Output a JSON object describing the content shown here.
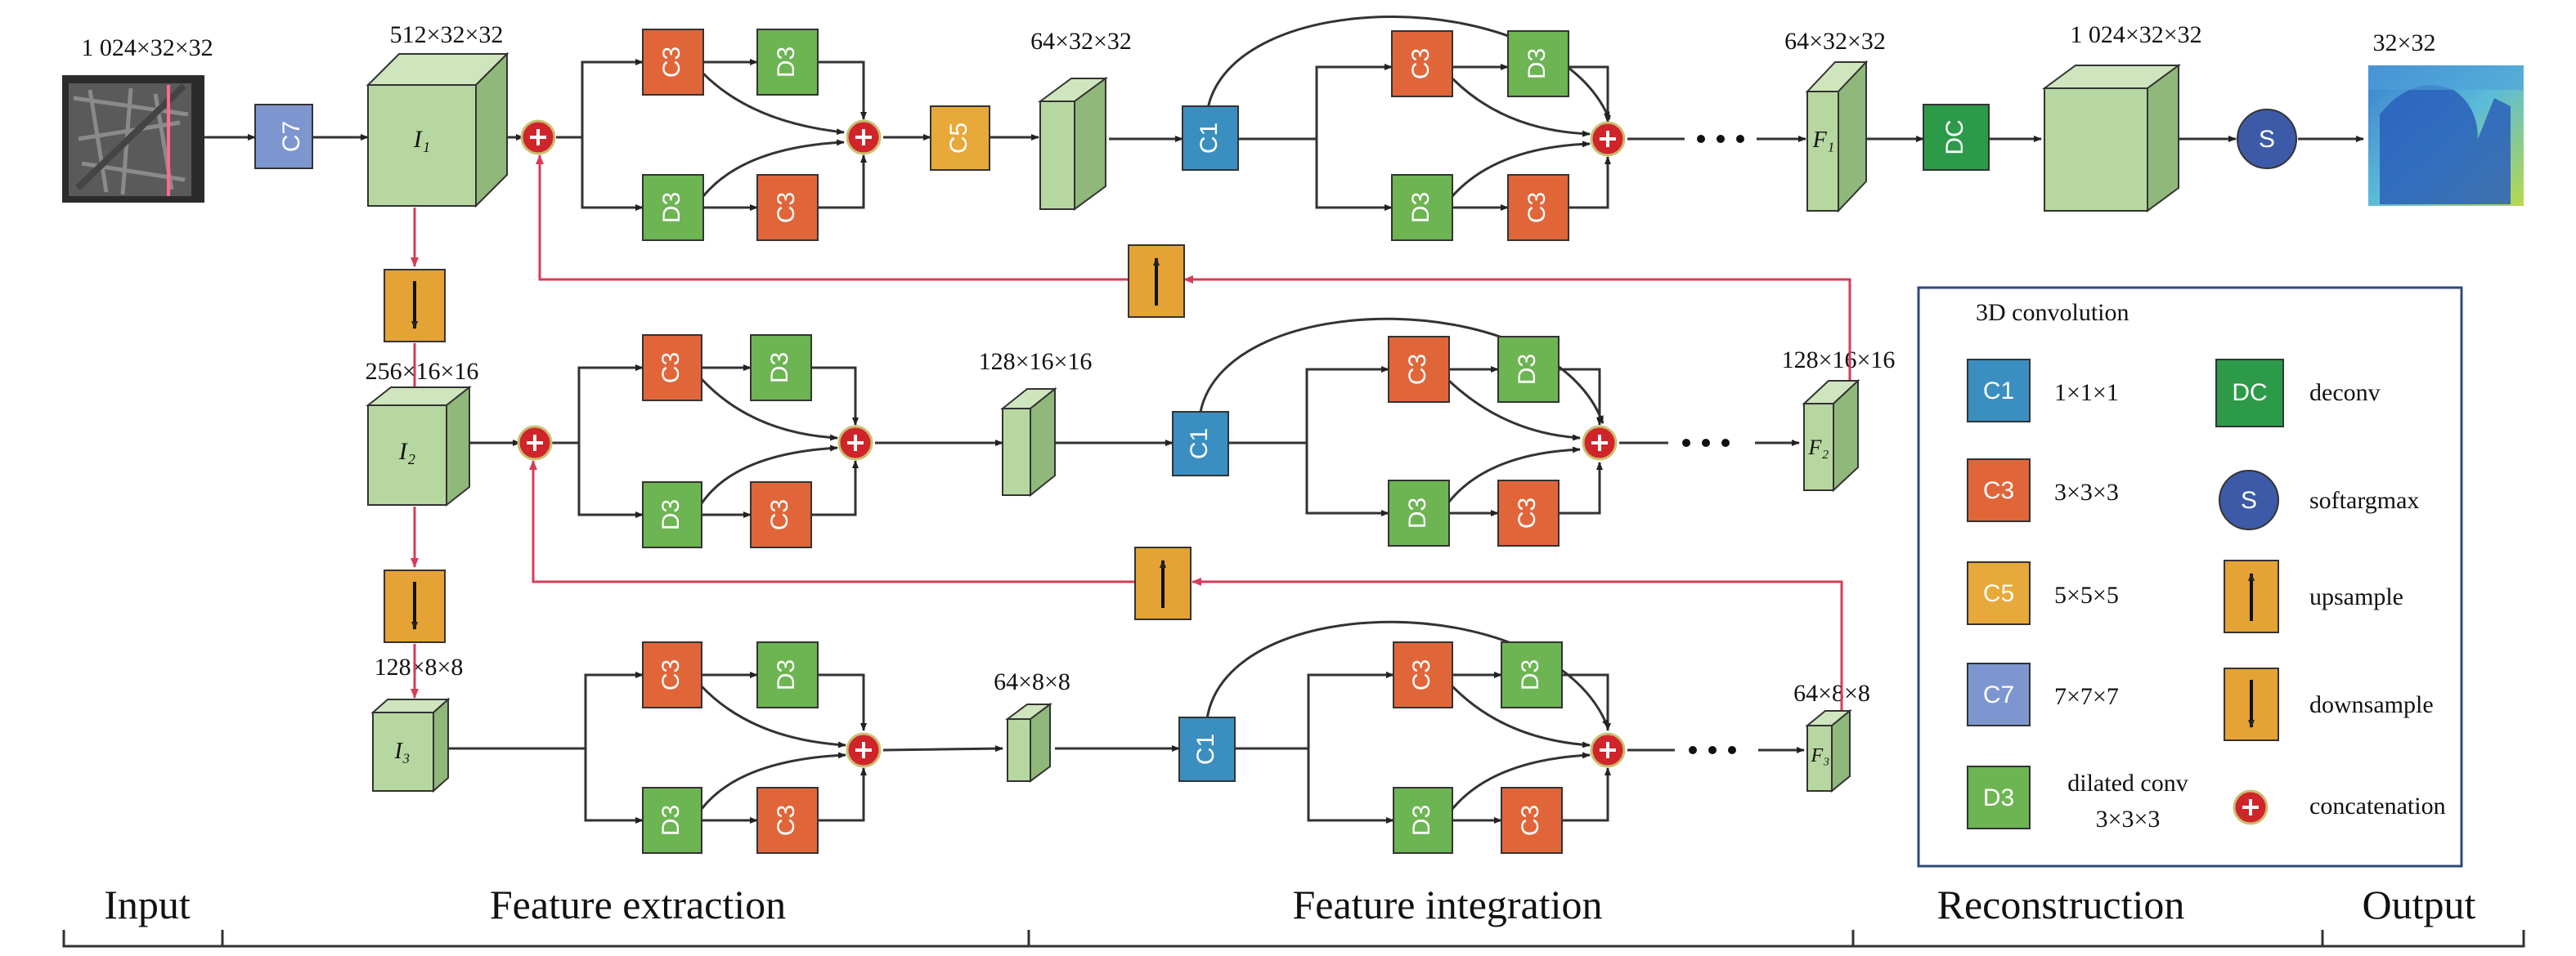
{
  "dims": {
    "input": "1 024×32×32",
    "i1": "512×32×32",
    "i2": "256×16×16",
    "i3": "128×8×8",
    "row1_mid": "64×32×32",
    "row2_mid": "128×16×16",
    "row3_mid": "64×8×8",
    "f1": "64×32×32",
    "f2": "128×16×16",
    "f3": "64×8×8",
    "recon": "1 024×32×32",
    "output": "32×32"
  },
  "cubes": {
    "i1": "I₁",
    "i2": "I₂",
    "i3": "I₃",
    "f1": "F₁",
    "f2": "F₂",
    "f3": "F₃"
  },
  "blocks": {
    "c1": "C1",
    "c3": "C3",
    "c5": "C5",
    "c7": "C7",
    "d3": "D3",
    "dc": "DC",
    "s": "S"
  },
  "legend": {
    "title": "3D convolution",
    "items": [
      {
        "code": "C1",
        "desc": "1×1×1",
        "color": "#3a8fc0"
      },
      {
        "code": "C3",
        "desc": "3×3×3",
        "color": "#e0663a"
      },
      {
        "code": "C5",
        "desc": "5×5×5",
        "color": "#e6a93a"
      },
      {
        "code": "C7",
        "desc": "7×7×7",
        "color": "#7e96cf"
      },
      {
        "code": "D3",
        "desc": "dilated conv",
        "desc2": "3×3×3",
        "color": "#6db453"
      },
      {
        "code": "DC",
        "desc": "deconv",
        "color": "#2d9a4a"
      },
      {
        "code": "S",
        "desc": "softargmax",
        "color": "#3d5aa8"
      },
      {
        "code": "",
        "desc": "upsample",
        "color": "#e4a334"
      },
      {
        "code": "",
        "desc": "downsample",
        "color": "#e4a334"
      },
      {
        "code": "",
        "desc": "concatenation",
        "color": "#d0242b"
      }
    ]
  },
  "sections": [
    "Input",
    "Feature extraction",
    "Feature integration",
    "Reconstruction",
    "Output"
  ],
  "colors": {
    "c1": "#3a8fc0",
    "c3": "#e0663a",
    "c5": "#e6a93a",
    "c7": "#7e96cf",
    "d3": "#6db453",
    "dc": "#2d9a4a",
    "s": "#3d5aa8",
    "sample": "#e4a334",
    "concat": "#d0242b",
    "cube_front": "#b7d7a0",
    "cube_side": "#8fb87a",
    "red_line": "#d63c57"
  }
}
